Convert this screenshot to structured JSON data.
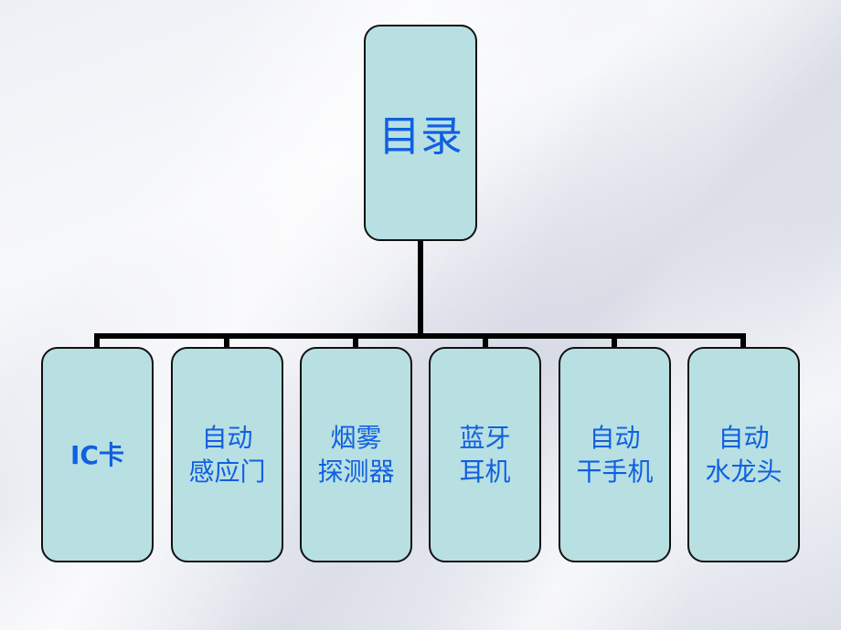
{
  "root": {
    "label": "目录"
  },
  "children": [
    {
      "lines": [
        "IC卡"
      ]
    },
    {
      "lines": [
        "自动",
        "感应门"
      ]
    },
    {
      "lines": [
        "烟雾",
        "探测器"
      ]
    },
    {
      "lines": [
        "蓝牙",
        "耳机"
      ]
    },
    {
      "lines": [
        "自动",
        "干手机"
      ]
    },
    {
      "lines": [
        "自动",
        "水龙头"
      ]
    }
  ],
  "colors": {
    "box_fill": "#b8e0e2",
    "text": "#1060e0",
    "line": "#000000"
  }
}
